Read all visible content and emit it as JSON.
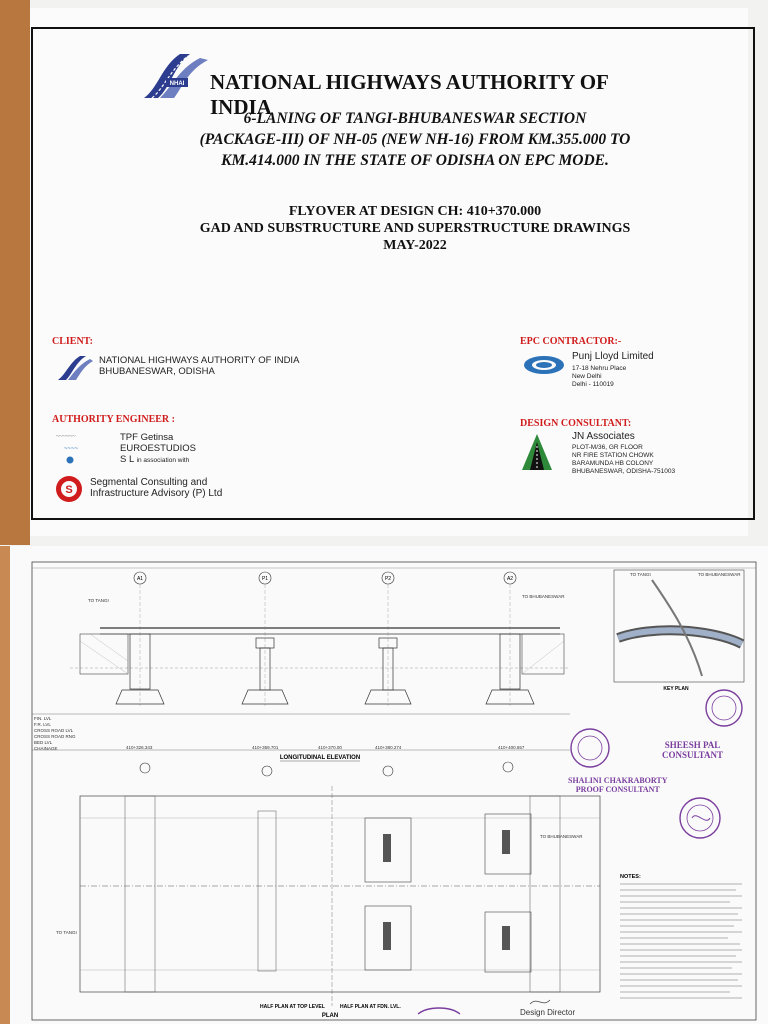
{
  "title": {
    "org": "NATIONAL HIGHWAYS AUTHORITY OF INDIA",
    "logo_text": "NHAI",
    "project_lines": [
      "6-LANING OF TANGI-BHUBANESWAR SECTION",
      "(PACKAGE-III) OF NH-05 (NEW NH-16) FROM KM.355.000 TO",
      "KM.414.000 IN THE STATE OF ODISHA ON EPC MODE."
    ],
    "drawing_lines": [
      "FLYOVER AT DESIGN CH: 410+370.000",
      "GAD AND SUBSTRUCTURE AND SUPERSTRUCTURE  DRAWINGS",
      "MAY-2022"
    ]
  },
  "client": {
    "heading": "CLIENT:",
    "lines": [
      "NATIONAL HIGHWAYS AUTHORITY OF INDIA",
      "BHUBANESWAR, ODISHA"
    ]
  },
  "epc": {
    "heading": "EPC CONTRACTOR:-",
    "name": "Punj Lloyd Limited",
    "address": [
      "17-18 Nehru Place",
      "New Delhi",
      "Delhi - 110019"
    ]
  },
  "authority": {
    "heading": "AUTHORITY ENGINEER :",
    "lines": [
      "TPF Getinsa",
      "EUROESTUDIOS",
      "S  L"
    ],
    "association": "in association with",
    "partner": [
      "Segmental Consulting and",
      "Infrastructure Advisory (P) Ltd"
    ]
  },
  "design": {
    "heading": "DESIGN CONSULTANT:",
    "name": "JN Associates",
    "address": [
      "PLOT-M/36, GR FLOOR",
      "NR FIRE STATION CHOWK",
      "BARAMUNDA HB COLONY",
      "BHUBANESWAR, ODISHA-751003"
    ]
  },
  "drawing": {
    "piers": [
      "A1",
      "P1",
      "P2",
      "A2"
    ],
    "to_tangi": "TO TANGI",
    "to_bhubaneswar": "TO BHUBANESWAR",
    "elevation_title": "LONGITUDINAL ELEVATION",
    "key_plan": "KEY PLAN",
    "plan_left": "HALF PLAN AT TOP LEVEL",
    "plan_right": "HALF PLAN AT FDN. LVL.",
    "plan_title": "PLAN",
    "notes_heading": "NOTES:",
    "table_rows": [
      "FIN. LVL",
      "F.R. LVL",
      "CROSS ROAD LVL",
      "CROSS ROAD RNG",
      "BED LVL",
      "CHAINAGE"
    ],
    "chainage_values": [
      "410+326.343",
      "410+359.701",
      "410+370.00",
      "410+380.274",
      "410+400.657"
    ]
  },
  "stamps": {
    "sheesh": [
      "SHEESH PAL",
      "CONSULTANT"
    ],
    "shaling": [
      "SHALINI CHAKRABORTY",
      "PROOF CONSULTANT"
    ],
    "director": "Design Director"
  }
}
